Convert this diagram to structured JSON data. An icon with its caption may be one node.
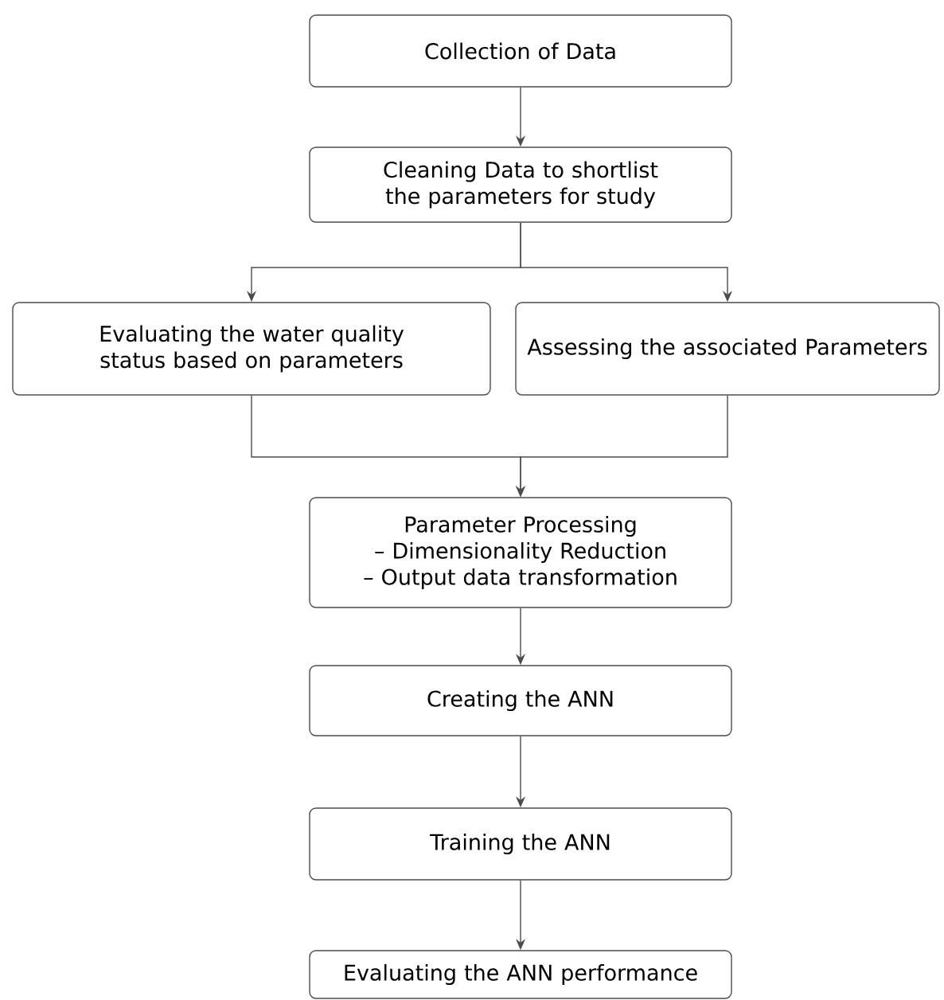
{
  "diagram": {
    "nodes": [
      {
        "text": [
          "Collection of Data"
        ]
      },
      {
        "text": [
          "Cleaning Data to shortlist the parameters for study"
        ]
      },
      {
        "text": [
          "Evaluating the water quality status based on parameters"
        ]
      },
      {
        "text": [
          "Assessing the associated Parameters"
        ]
      },
      {
        "text": [
          "Parameter Processing",
          "– Dimensionality Reduction",
          "– Output data transformation"
        ]
      },
      {
        "text": [
          "Creating the ANN"
        ]
      },
      {
        "text": [
          "Training the ANN"
        ]
      },
      {
        "text": [
          "Evaluating the ANN performance"
        ]
      }
    ],
    "edges": [
      {
        "from": 0,
        "to": 1,
        "arrow": "to"
      },
      {
        "from": 1,
        "to": 2,
        "arrow": "to"
      },
      {
        "from": 1,
        "to": 3,
        "arrow": "to"
      },
      {
        "from": 2,
        "to": 4,
        "arrow": "to"
      },
      {
        "from": 3,
        "to": 4,
        "arrow": "to"
      },
      {
        "from": 4,
        "to": 5,
        "arrow": "to"
      },
      {
        "from": 5,
        "to": 6,
        "arrow": "to"
      },
      {
        "from": 6,
        "to": 7,
        "arrow": "to"
      }
    ]
  }
}
